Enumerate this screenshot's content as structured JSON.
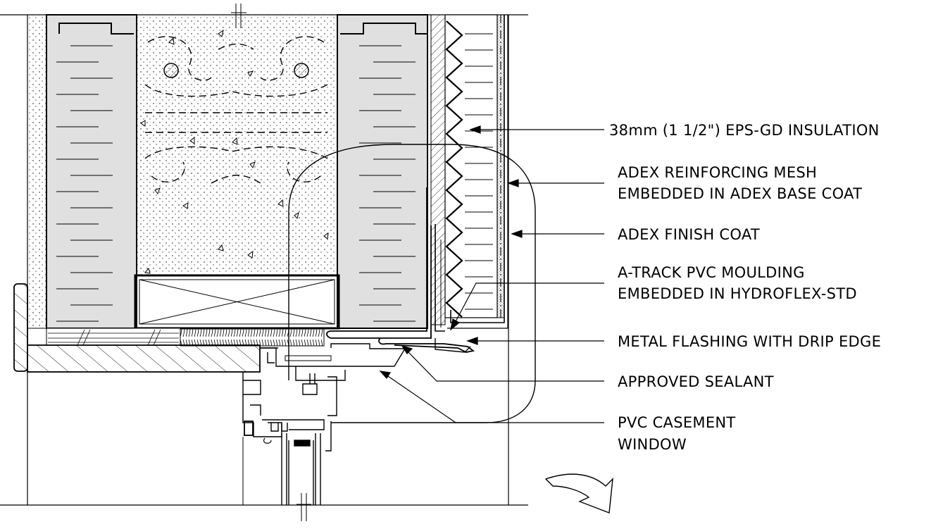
{
  "labels": {
    "insulation": "38mm (1 1/2\") EPS-GD INSULATION",
    "mesh_line1": "ADEX REINFORCING MESH",
    "mesh_line2": "EMBEDDED IN ADEX BASE COAT",
    "finish": "ADEX FINISH COAT",
    "atrack_line1": "A-TRACK PVC MOULDING",
    "atrack_line2": "EMBEDDED IN HYDROFLEX-STD",
    "flashing": "METAL FLASHING WITH DRIP EDGE",
    "sealant": "APPROVED SEALANT",
    "window_line1": "PVC CASEMENT",
    "window_line2": "WINDOW"
  },
  "colors": {
    "line": "#000000",
    "block_fill": "#e0e0e0",
    "background": "#ffffff"
  }
}
